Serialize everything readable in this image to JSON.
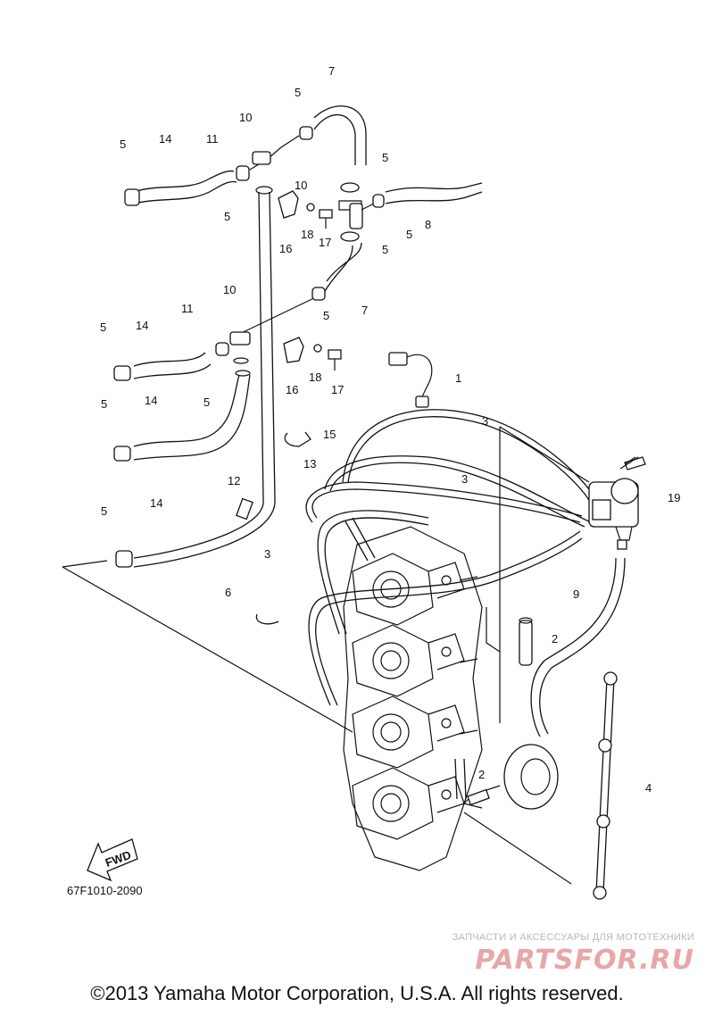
{
  "diagram": {
    "part_labels": [
      "1",
      "2",
      "2",
      "3",
      "3",
      "3",
      "4",
      "5",
      "5",
      "5",
      "5",
      "5",
      "5",
      "5",
      "5",
      "5",
      "5",
      "5",
      "6",
      "7",
      "7",
      "8",
      "9",
      "10",
      "10",
      "10",
      "11",
      "11",
      "12",
      "13",
      "14",
      "14",
      "14",
      "14",
      "15",
      "16",
      "16",
      "17",
      "17",
      "18",
      "18",
      "19"
    ],
    "drawing_code": "67F1010-2090",
    "fwd_label": "FWD"
  },
  "footer": {
    "copyright": "©2013 Yamaha Motor Corporation, U.S.A. All rights reserved."
  },
  "watermark": {
    "tagline": "ЗАПЧАСТИ И АКСЕССУАРЫ ДЛЯ МОТОТЕХНИКИ",
    "logo": "PARTSFOR.RU"
  },
  "colors": {
    "line": "#111111",
    "watermark_text": "#b8b8b8",
    "watermark_logo": "#e8a6a6"
  }
}
